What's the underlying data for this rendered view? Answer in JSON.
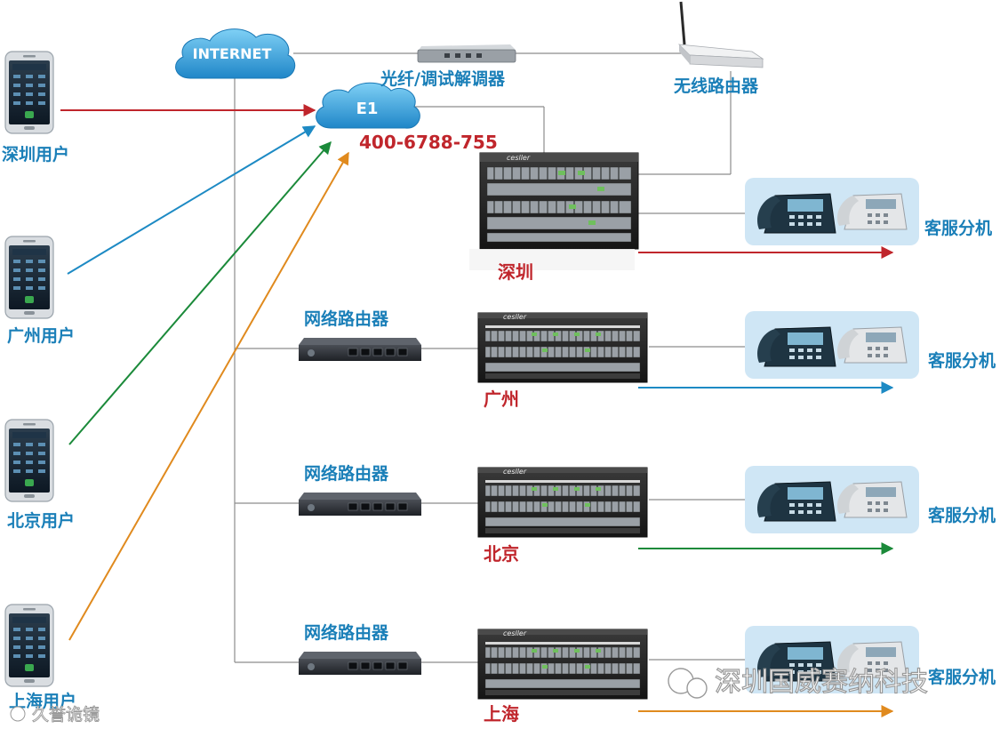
{
  "clouds": {
    "internet": "INTERNET",
    "e1": "E1"
  },
  "hotline": "400-6788-755",
  "devices": {
    "modem": "光纤/调试解调器",
    "wifi_router": "无线路由器",
    "network_router": "网络路由器"
  },
  "users": [
    "深圳用户",
    "广州用户",
    "北京用户",
    "上海用户"
  ],
  "sites": [
    "深圳",
    "广州",
    "北京",
    "上海"
  ],
  "extension_label": "客服分机",
  "pbx_brand": "cesller",
  "watermarks": {
    "company": "深圳国威赛纳科技",
    "corner": "久誉诡镜"
  },
  "colors": {
    "red": "#c0262c",
    "blue": "#1d8ac4",
    "green": "#1b8a3a",
    "orange": "#e08a1e",
    "line_gray": "#8c8c8c",
    "cloud": "#2c9ad6",
    "phone_panel": "#cfe6f5"
  }
}
